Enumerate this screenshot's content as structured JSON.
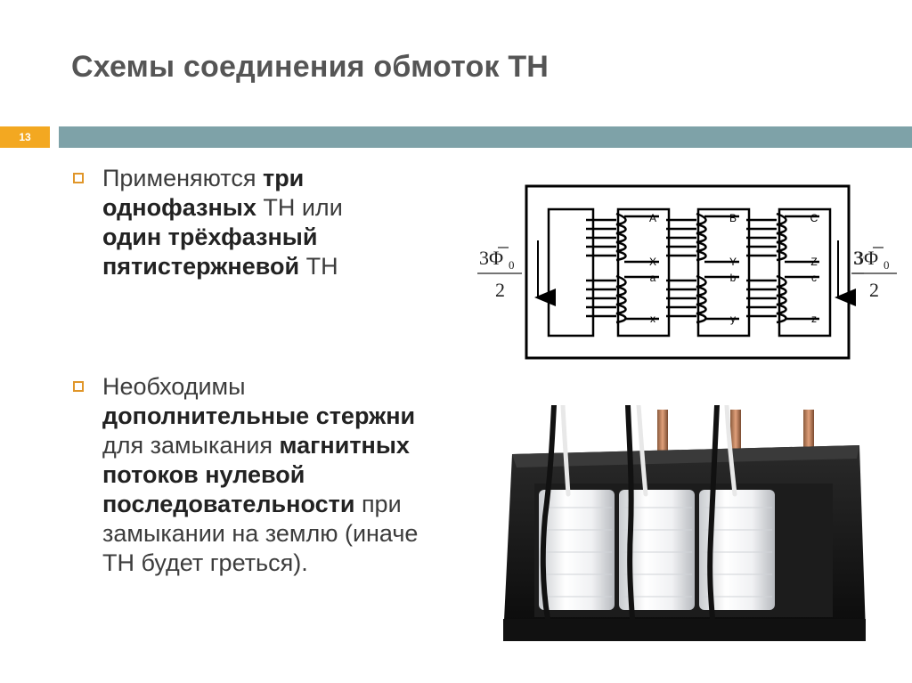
{
  "slide": {
    "title": "Схемы соединения обмоток ТН",
    "number": "13"
  },
  "bullets": [
    {
      "parts": [
        {
          "text": "Применяются ",
          "bold": false
        },
        {
          "text": "три однофазных",
          "bold": true
        },
        {
          "text": " ТН или ",
          "bold": false
        },
        {
          "text": "один трёхфазный пятистержневой",
          "bold": true
        },
        {
          "text": " ТН",
          "bold": false
        }
      ]
    },
    {
      "parts": [
        {
          "text": "Необходимы ",
          "bold": false
        },
        {
          "text": "дополнительные стержни",
          "bold": true
        },
        {
          "text": " для замыкания ",
          "bold": false
        },
        {
          "text": "магнитных потоков нулевой последовательности",
          "bold": true
        },
        {
          "text": " при замыкании на землю (иначе ТН будет греться).",
          "bold": false
        }
      ]
    }
  ],
  "diagram": {
    "flux_numerator": "3Φ",
    "flux_subscript": "0",
    "flux_denominator": "2",
    "terminals_primary_top": [
      "A",
      "B",
      "C"
    ],
    "terminals_primary_bottom": [
      "X",
      "Y",
      "Z"
    ],
    "terminals_secondary_top": [
      "a",
      "b",
      "c"
    ],
    "terminals_secondary_bottom": [
      "x",
      "y",
      "z"
    ]
  },
  "colors": {
    "accent_orange": "#f3a821",
    "band_teal": "#7ea2a8",
    "bullet_border": "#e0962a"
  }
}
